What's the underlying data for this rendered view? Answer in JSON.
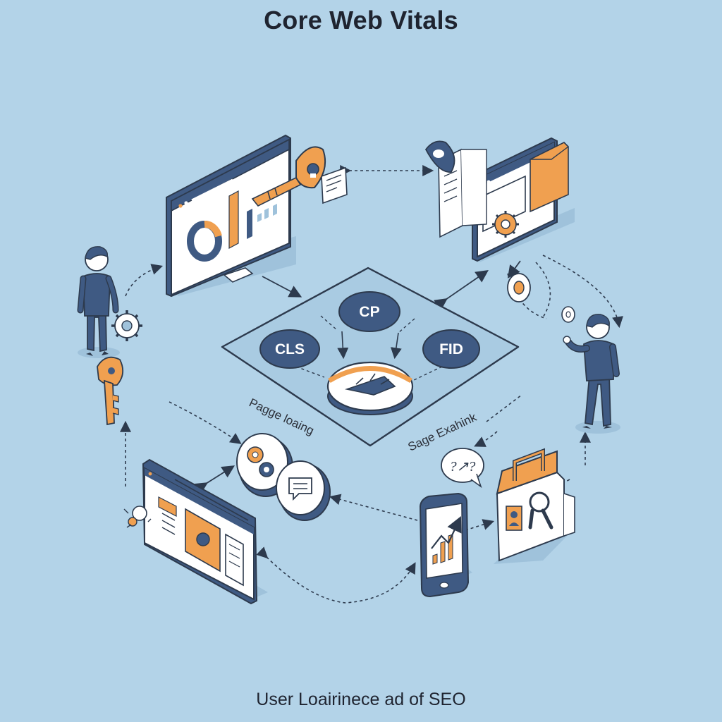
{
  "title": "Core Web Vitals",
  "footer": "User Loairinece ad of SEO",
  "center": {
    "nodes": {
      "top": "CP",
      "left": "CLS",
      "right": "FID"
    },
    "label_left": "Pagge loaing",
    "label_right": "Sage Exahink"
  },
  "bubble_text": "?↗?",
  "icons": [
    "desktop-dashboard-icon",
    "key-icon",
    "document-icon",
    "tablet-browser-icon",
    "gear-icon",
    "person-icon",
    "chat-bubble-icon",
    "mobile-chart-icon",
    "shopping-bag-icon",
    "speed-gauge-icon"
  ],
  "colors": {
    "background": "#b3d3e8",
    "navy": "#3f5a83",
    "orange": "#f0a050",
    "outline": "#2d3a4d",
    "white": "#ffffff"
  }
}
